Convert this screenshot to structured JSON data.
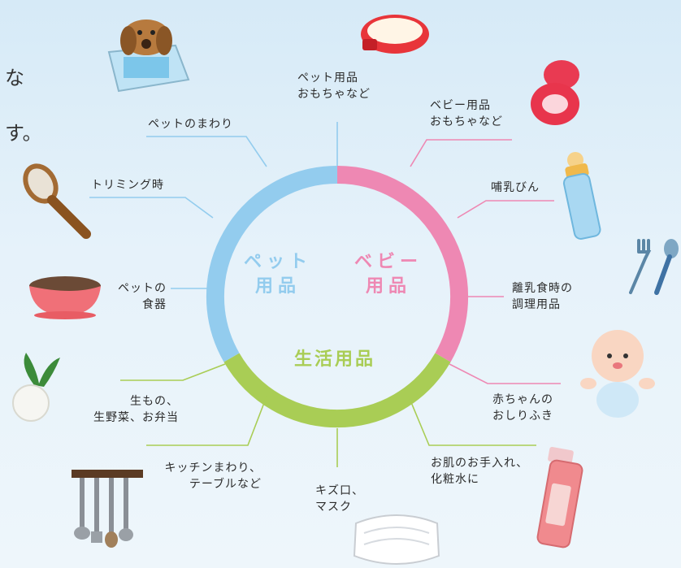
{
  "intro_fragments": [
    "な",
    "す。"
  ],
  "center_labels": {
    "pet": [
      "ペット",
      "用品"
    ],
    "baby": [
      "ベビー",
      "用品"
    ],
    "daily": "生活用品"
  },
  "colors": {
    "pet": "#93ccee",
    "baby": "#ee88b3",
    "daily": "#a9cd55"
  },
  "labels": {
    "pet_goods_toys": [
      "ペット用品",
      "おもちゃなど"
    ],
    "baby_goods_toys": [
      "ベビー用品",
      "おもちゃなど"
    ],
    "bottle": "哺乳びん",
    "weaning": [
      "離乳食時の",
      "調理用品"
    ],
    "baby_wipes": [
      "赤ちゃんの",
      "おしりふき"
    ],
    "skincare": [
      "お肌のお手入れ、",
      "化粧水に"
    ],
    "mask": [
      "キズ口、",
      "マスク"
    ],
    "kitchen": [
      "キッチンまわり、",
      "テーブルなど"
    ],
    "raw_food": [
      "生もの、",
      "生野菜、お弁当"
    ],
    "pet_dish": [
      "ペットの",
      "食器"
    ],
    "trimming": "トリミング時",
    "around_pet": "ペットのまわり"
  },
  "illustrations": [
    "dog-in-bed-icon",
    "pet-bed-icon",
    "pacifier-icon",
    "baby-bottle-icon",
    "fork-spoon-icon",
    "baby-icon",
    "lotion-bottle-icon",
    "face-mask-icon",
    "kitchen-utensils-icon",
    "daikon-icon",
    "pet-bowl-icon",
    "brush-icon"
  ]
}
